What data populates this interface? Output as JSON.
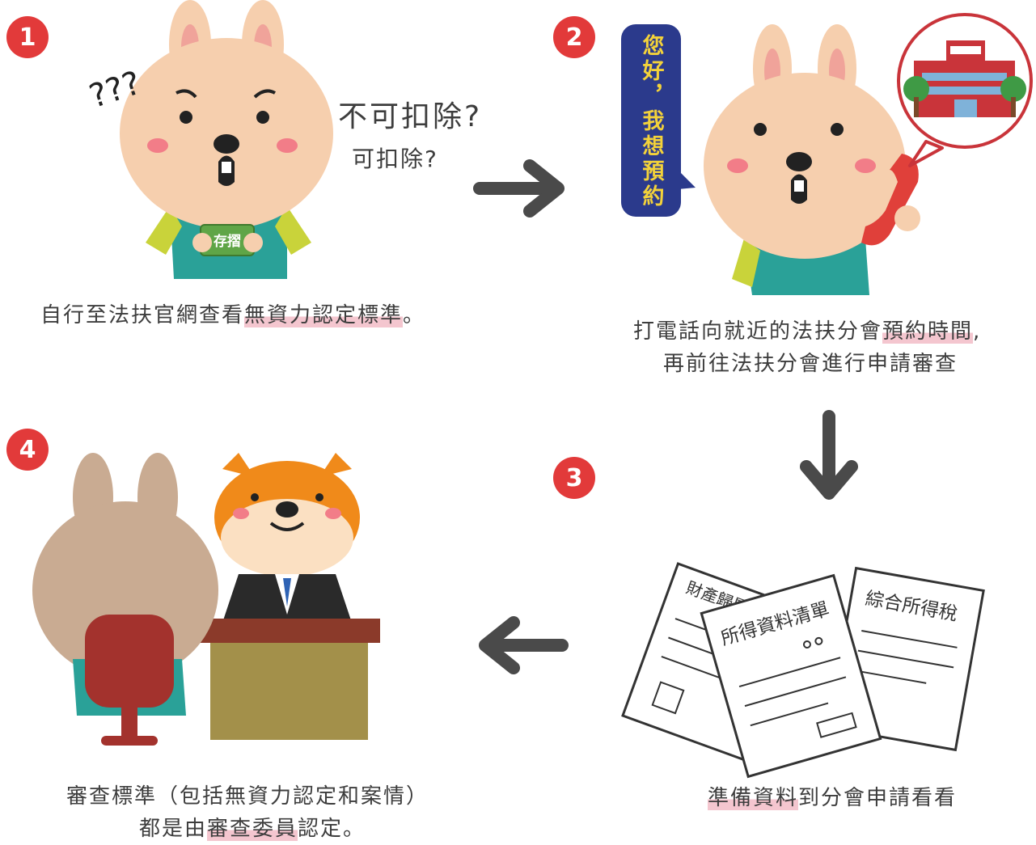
{
  "colors": {
    "badge": "#e23a3a",
    "bunny": "#f6cfae",
    "shirt": "#2aa198",
    "highlight": "#f4c6cf",
    "bubble": "#2b3a8c",
    "bubble_text": "#f3d23a",
    "arrow": "#4a4a4a"
  },
  "step1": {
    "badge": "1",
    "question_marks": "???",
    "thought_1": "不可扣除?",
    "thought_2": "可扣除?",
    "passbook": "存摺",
    "caption_pre": "自行至法扶官網查看",
    "caption_hl": "無資力認定標準",
    "caption_post": "。"
  },
  "step2": {
    "badge": "2",
    "speech": "您好，我想預約",
    "caption_l1_pre": "打電話向就近的法扶分會",
    "caption_l1_hl": "預約時間",
    "caption_l1_post": ",",
    "caption_l2": "再前往法扶分會進行申請審查"
  },
  "step3": {
    "badge": "3",
    "doc_property": "財產歸屬",
    "doc_income": "所得資料清單",
    "doc_tax": "綜合所得稅",
    "caption_hl": "準備資料",
    "caption_post": "到分會申請看看"
  },
  "step4": {
    "badge": "4",
    "caption_l1": "審查標準（包括無資力認定和案情）",
    "caption_l2_pre": "都是由",
    "caption_l2_hl": "審查委員",
    "caption_l2_post": "認定。"
  }
}
